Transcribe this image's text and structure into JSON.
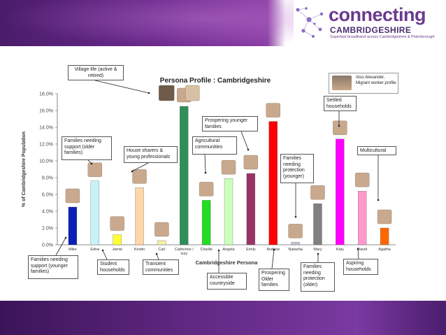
{
  "header": {
    "logo_word1": "connecting",
    "logo_word2": "CAMBRIDGESHIRE",
    "logo_tagline": "Superfast broadband across Cambridgeshire & Peterborough"
  },
  "legend_box": {
    "text": "Also Alexander, Migrant worker profile"
  },
  "colors": {
    "purple": "#6b2a8c",
    "accent": "#9a5bb8"
  },
  "chart_data": {
    "type": "bar",
    "title": "Persona Profile : Cambridgeshire",
    "xlabel": "Cambridgeshire Persona",
    "ylabel": "% of Cambridgeshire Population",
    "ylim": [
      0,
      18
    ],
    "yticks": [
      "0.0%",
      "2.0%",
      "4.0%",
      "6.0%",
      "8.0%",
      "10.0%",
      "12.0%",
      "14.0%",
      "16.0%",
      "18.0%"
    ],
    "grid": false,
    "categories": [
      "Mike",
      "Edna",
      "Jamie",
      "Kirstin",
      "Carl",
      "Catherine / Izzy",
      "Charlie",
      "Angela",
      "Emily",
      "Andrew",
      "Natasha",
      "Mary",
      "Katy",
      "David",
      "Agatha"
    ],
    "category_labels": [
      "Mike",
      "Edna",
      "Jamie",
      "Kirstin",
      "Carl",
      "Catherine /",
      "Izzy",
      "Charlie",
      "Angela",
      "Emily",
      "Andrew",
      "Natasha",
      "Mary",
      "Katy",
      "David",
      "Agatha"
    ],
    "values": [
      4.5,
      7.6,
      1.2,
      6.8,
      0.5,
      16.5,
      5.3,
      7.9,
      8.5,
      14.7,
      0.3,
      4.9,
      12.6,
      6.4,
      2.0
    ],
    "bar_colors": [
      "#0b1fb5",
      "#c8f2f8",
      "#ffff33",
      "#ffd6a8",
      "#f5f0a8",
      "#2f8f5a",
      "#22dd22",
      "#ccffbb",
      "#993366",
      "#ff0000",
      "#c8c0d0",
      "#808080",
      "#ff00ff",
      "#ff99cc",
      "#ff6600"
    ]
  },
  "annotations": [
    {
      "id": "village",
      "text": "Village life (active & retired)"
    },
    {
      "id": "fam-older",
      "text": "Families needing support (older families)"
    },
    {
      "id": "house",
      "text": "House sharers & young professionals"
    },
    {
      "id": "agri",
      "text": "Agricultural communities"
    },
    {
      "id": "prosp-young",
      "text": "Prospering younger families"
    },
    {
      "id": "settled",
      "text": "Settled households"
    },
    {
      "id": "fam-prot-young",
      "text": "Families needing protection (younger)"
    },
    {
      "id": "multi",
      "text": "Multicultural"
    },
    {
      "id": "fam-young",
      "text": "Families needing support (younger families)"
    },
    {
      "id": "student",
      "text": "Student households"
    },
    {
      "id": "transient",
      "text": "Transient communities"
    },
    {
      "id": "countryside",
      "text": "Accessible countryside"
    },
    {
      "id": "prosp-older",
      "text": "Prospering Older families"
    },
    {
      "id": "fam-prot-older",
      "text": "Families needing protection (older)"
    },
    {
      "id": "aspiring",
      "text": "Aspiring households"
    }
  ]
}
